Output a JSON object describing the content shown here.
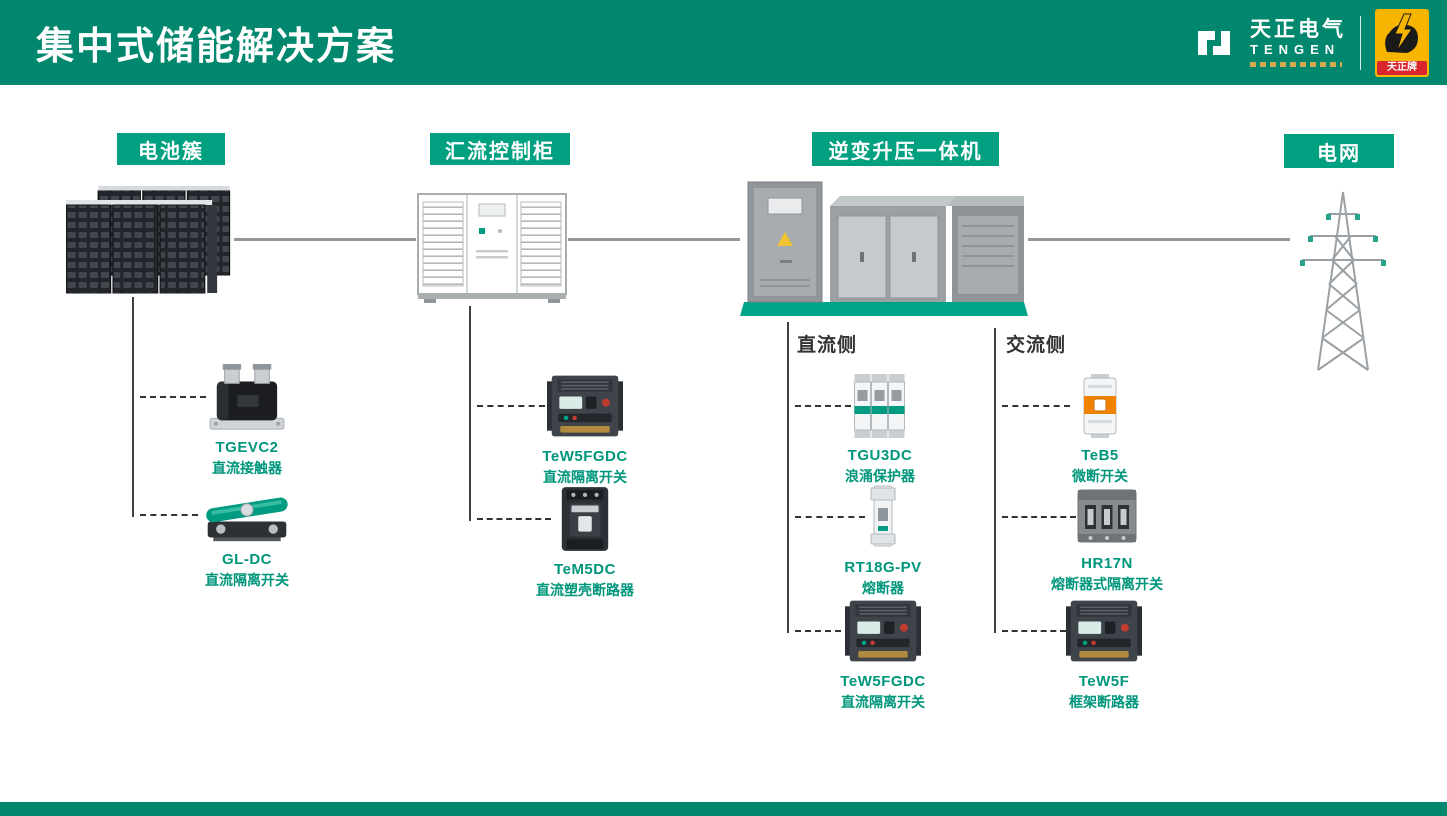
{
  "header": {
    "title": "集中式储能解决方案",
    "brand": {
      "name_cn": "天正电气",
      "name_en": "TENGEN",
      "badge": "天正牌"
    }
  },
  "colors": {
    "header_teal": "#00876E",
    "label_teal": "#00A080",
    "product_text_teal": "#00967B",
    "connector_gray": "#969696",
    "badge_yellow": "#F7B500",
    "ribbon_red": "#D8262C"
  },
  "stages": [
    {
      "label": "电池簇"
    },
    {
      "label": "汇流控制柜"
    },
    {
      "label": "逆变升压一体机"
    },
    {
      "label": "电网"
    }
  ],
  "sides": [
    {
      "label": "直流侧"
    },
    {
      "label": "交流侧"
    }
  ],
  "products": {
    "battery": [
      {
        "model": "TGEVC2",
        "desc": "直流接触器"
      },
      {
        "model": "GL-DC",
        "desc": "直流隔离开关"
      }
    ],
    "combiner": [
      {
        "model": "TeW5FGDC",
        "desc": "直流隔离开关"
      },
      {
        "model": "TeM5DC",
        "desc": "直流塑壳断路器"
      }
    ],
    "dc_side": [
      {
        "model": "TGU3DC",
        "desc": "浪涌保护器"
      },
      {
        "model": "RT18G-PV",
        "desc": "熔断器"
      },
      {
        "model": "TeW5FGDC",
        "desc": "直流隔离开关"
      }
    ],
    "ac_side": [
      {
        "model": "TeB5",
        "desc": "微断开关"
      },
      {
        "model": "HR17N",
        "desc": "熔断器式隔离开关"
      },
      {
        "model": "TeW5F",
        "desc": "框架断路器"
      }
    ]
  }
}
